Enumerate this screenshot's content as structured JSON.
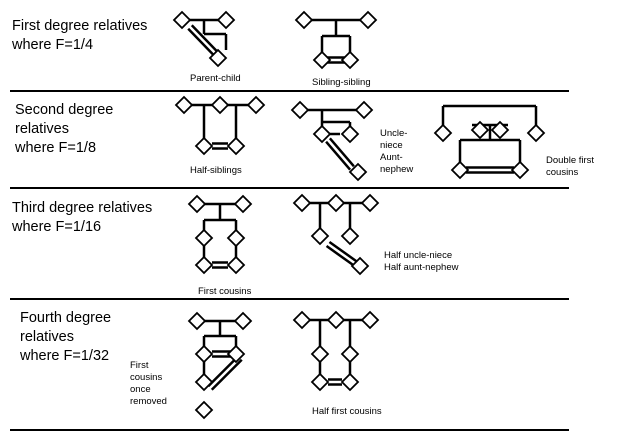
{
  "rows": [
    {
      "label": "First degree relatives\nwhere F=1/4",
      "captions": [
        "Parent-child",
        "Sibling-sibling"
      ]
    },
    {
      "label": "Second degree\nrelatives\nwhere F=1/8",
      "captions": [
        "Half-siblings",
        "Uncle-\nniece\nAunt-\nnephew",
        "Double first\ncousins"
      ]
    },
    {
      "label": "Third degree relatives\nwhere F=1/16",
      "captions": [
        "First cousins",
        "Half uncle-niece\nHalf aunt-nephew"
      ]
    },
    {
      "label": "Fourth degree\nrelatives\nwhere F=1/32",
      "captions": [
        "First\ncousins\nonce\nremoved",
        "Half first cousins"
      ]
    }
  ],
  "colors": {
    "line": "#000000",
    "background": "#ffffff"
  }
}
